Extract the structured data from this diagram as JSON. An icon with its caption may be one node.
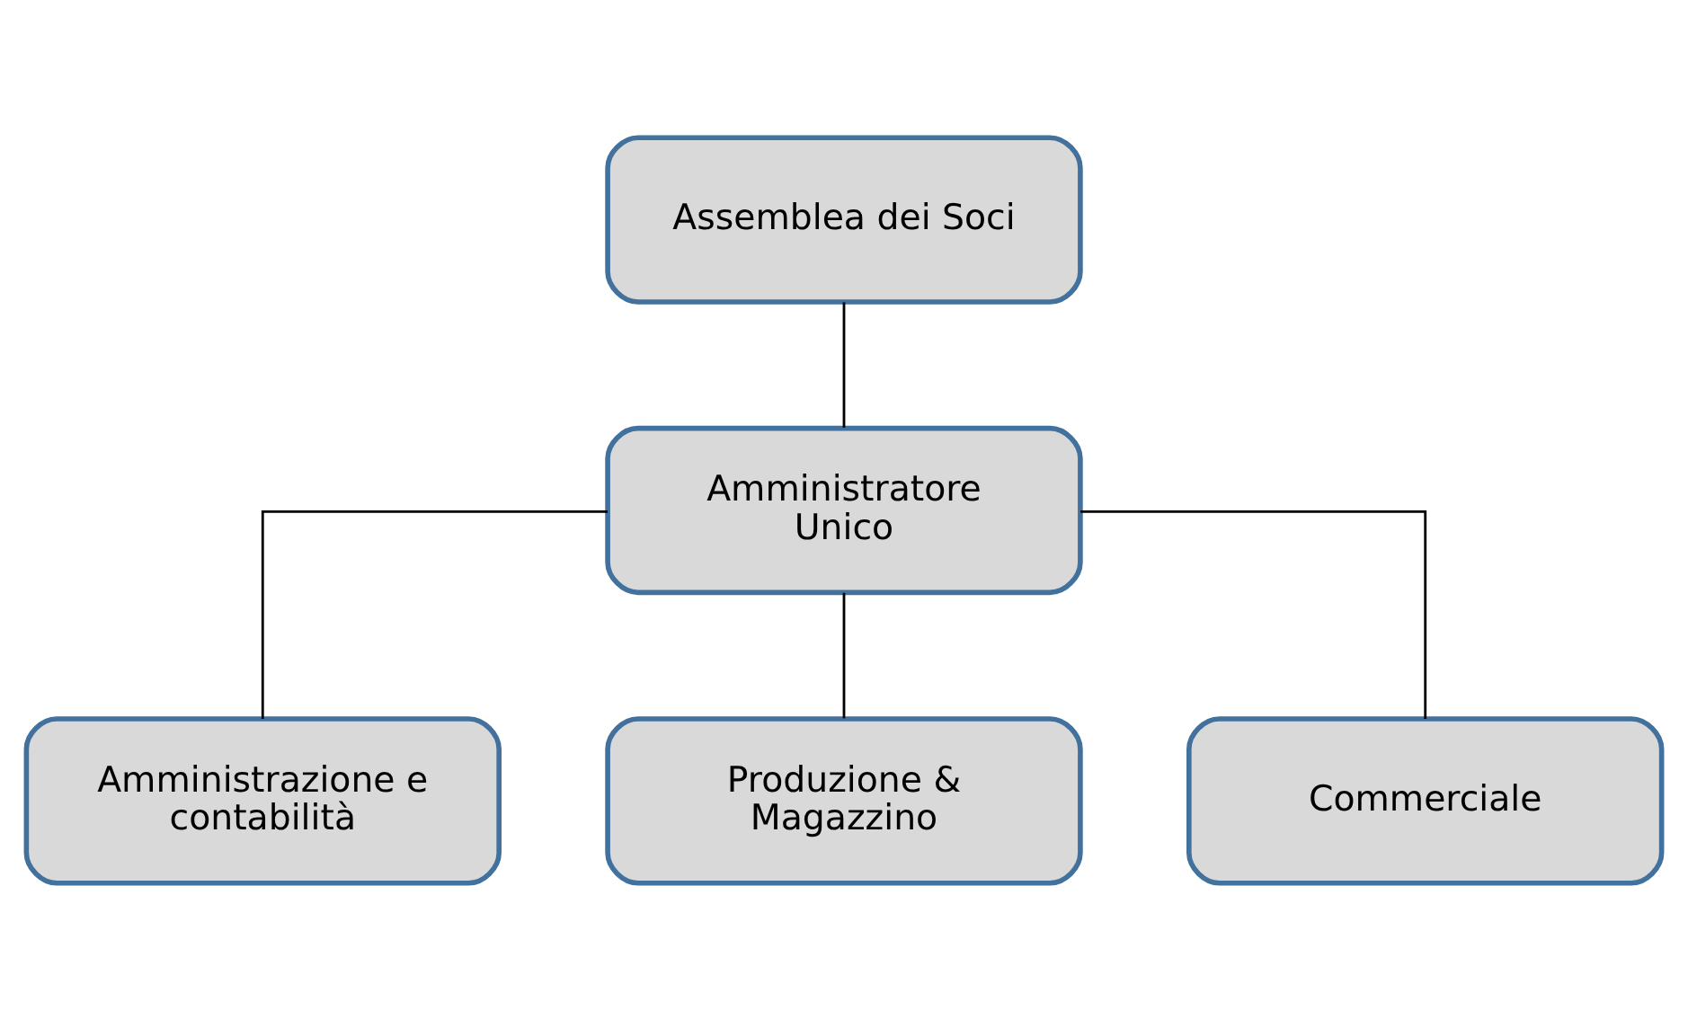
{
  "diagram": {
    "nodes": [
      {
        "text": [
          "Assemblea dei Soci"
        ]
      },
      {
        "text": [
          "Amministratore Unico"
        ]
      },
      {
        "text": [
          "Amministrazione e contabilità"
        ]
      },
      {
        "text": [
          "Produzione & Magazzino"
        ]
      },
      {
        "text": [
          "Commerciale"
        ]
      }
    ],
    "edges": [
      {
        "from": 0,
        "to": 1,
        "arrow": "none"
      },
      {
        "from": 1,
        "to": 2,
        "arrow": "none"
      },
      {
        "from": 1,
        "to": 3,
        "arrow": "none"
      },
      {
        "from": 1,
        "to": 4,
        "arrow": "none"
      }
    ]
  }
}
